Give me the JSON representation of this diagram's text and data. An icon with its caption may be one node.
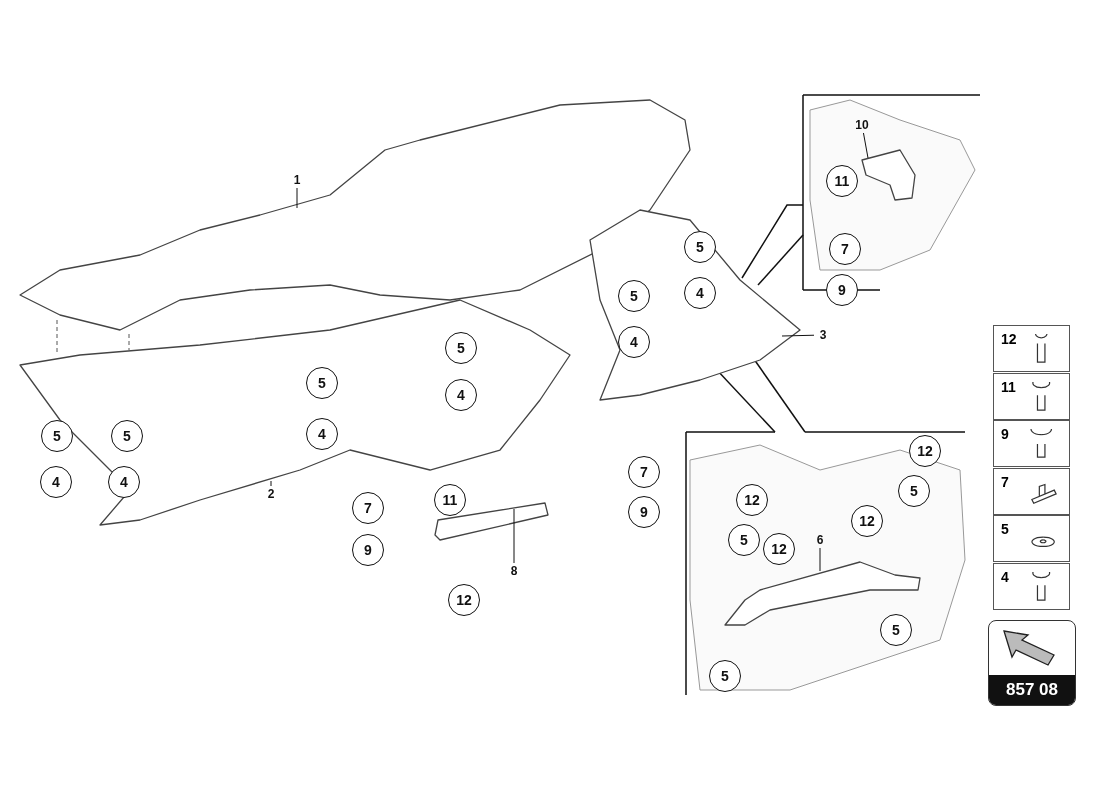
{
  "diagram": {
    "nodes": [
      {
        "text": [
          "1"
        ]
      },
      {
        "text": [],
        "shape": "picture"
      },
      {
        "text": [
          "2"
        ]
      },
      {
        "text": [],
        "shape": "picture"
      },
      {
        "text": [
          "3"
        ]
      },
      {
        "text": [],
        "shape": "picture"
      },
      {
        "text": [
          "10"
        ]
      },
      {
        "text": [],
        "shape": "picture"
      },
      {
        "text": [
          "8"
        ]
      },
      {
        "text": [],
        "shape": "picture"
      },
      {
        "text": [
          "6"
        ]
      },
      {
        "text": [],
        "shape": "picture"
      }
    ],
    "edges": [
      {
        "from": 0,
        "to": 1,
        "arrow": "none"
      },
      {
        "from": 2,
        "to": 3,
        "arrow": "none"
      },
      {
        "from": 4,
        "to": 5,
        "arrow": "none"
      },
      {
        "from": 6,
        "to": 7,
        "arrow": "none"
      },
      {
        "from": 8,
        "to": 9,
        "arrow": "none"
      },
      {
        "from": 10,
        "to": 11,
        "arrow": "none"
      }
    ],
    "labels": [
      "11",
      "5",
      "7",
      "5",
      "4",
      "9",
      "5",
      "4",
      "5",
      "4",
      "5",
      "5",
      "4",
      "12",
      "7",
      "4",
      "4",
      "5",
      "7",
      "11",
      "9",
      "12",
      "12",
      "9",
      "5",
      "12",
      "12",
      "5",
      "5",
      "12",
      "11",
      "9",
      "7",
      "5",
      "4",
      "857 08"
    ]
  }
}
